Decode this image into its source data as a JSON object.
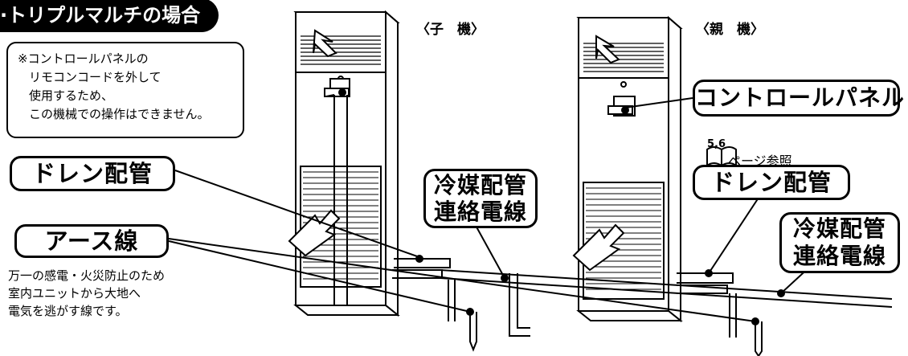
{
  "title": "·トリプルマルチの場合",
  "units": {
    "child": "〈子　機〉",
    "parent": "〈親　機〉"
  },
  "note": {
    "lines": [
      "※コントロールパネルの",
      "リモコンコードを外して",
      "使用するため、",
      "この機械での操作はできません。"
    ]
  },
  "labels": {
    "drain_left": "ドレン配管",
    "earth": "アース線",
    "refrigerant_left": [
      "冷媒配管",
      "連絡電線"
    ],
    "control_panel": "コントロールパネル",
    "drain_right": "ドレン配管",
    "refrigerant_right": [
      "冷媒配管",
      "連絡電線"
    ]
  },
  "page_ref": {
    "pages": "5,6",
    "text": "ページ参照"
  },
  "earth_note": {
    "lines": [
      "万一の感電・火災防止のため",
      "室内ユニットから大地へ",
      "電気を逃がす線です。"
    ]
  }
}
